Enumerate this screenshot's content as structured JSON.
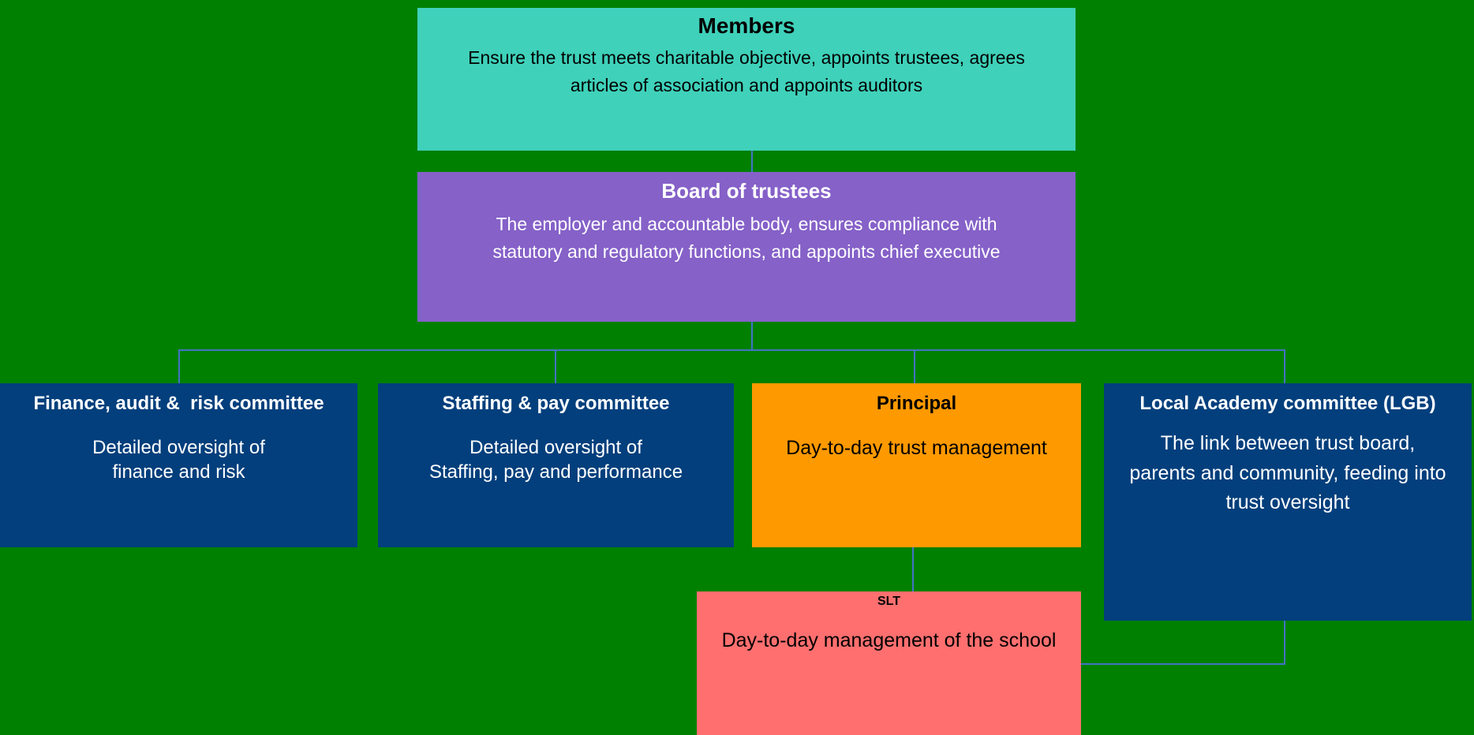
{
  "colors": {
    "background": "#008000",
    "connector": "#4472C4",
    "teal": "#3FD1BA",
    "purple": "#8561C8",
    "navy": "#023F7C",
    "orange": "#FF9900",
    "salmon": "#FF6F6F",
    "text_dark": "#000000",
    "text_light": "#FFFFFF"
  },
  "nodes": {
    "members": {
      "title": "Members",
      "body": "Ensure the trust meets charitable objective, appoints trustees, agrees\narticles of association and appoints auditors"
    },
    "board": {
      "title": "Board of trustees",
      "body": "The employer and accountable body, ensures compliance with\nstatutory and regulatory functions, and appoints chief executive"
    },
    "finance": {
      "title": "Finance, audit &  risk committee",
      "body": "Detailed oversight of\nfinance and risk"
    },
    "staffing": {
      "title": "Staffing & pay committee",
      "body": "Detailed oversight of\nStaffing, pay and performance"
    },
    "principal": {
      "title": "Principal",
      "body": "Day-to-day trust management"
    },
    "lgb": {
      "title": "Local Academy committee (LGB)",
      "body": "The link between trust board,\nparents and community, feeding into\ntrust oversight"
    },
    "slt": {
      "title": "SLT",
      "body": "Day-to-day management of the school"
    }
  },
  "edges": [
    [
      "members",
      "board"
    ],
    [
      "board",
      "finance"
    ],
    [
      "board",
      "staffing"
    ],
    [
      "board",
      "principal"
    ],
    [
      "board",
      "lgb"
    ],
    [
      "principal",
      "slt"
    ],
    [
      "lgb",
      "slt"
    ]
  ]
}
